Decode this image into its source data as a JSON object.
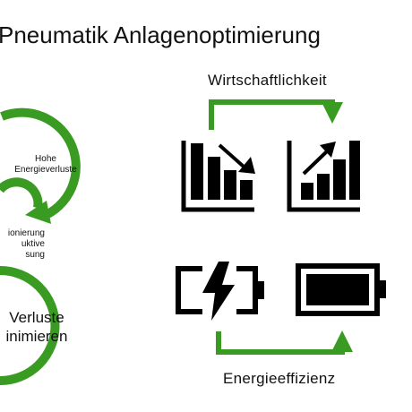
{
  "slide": {
    "title": "Pneumatik Anlagenoptimierung",
    "cycle": {
      "top_label": [
        "Hohe",
        "Energieverluste"
      ],
      "middle_label": [
        "ionierung",
        "uktive",
        "sung"
      ],
      "bottom_label": [
        "Verluste",
        "inimieren"
      ]
    },
    "right": {
      "top_label": "Wirtschaftlichkeit",
      "bottom_label": "Energieeffizienz"
    },
    "colors": {
      "accent_green": "#3a9b22",
      "icon_black": "#000000"
    },
    "icons": [
      "chart-down-icon",
      "chart-up-icon",
      "battery-charging-icon",
      "battery-full-icon"
    ]
  }
}
